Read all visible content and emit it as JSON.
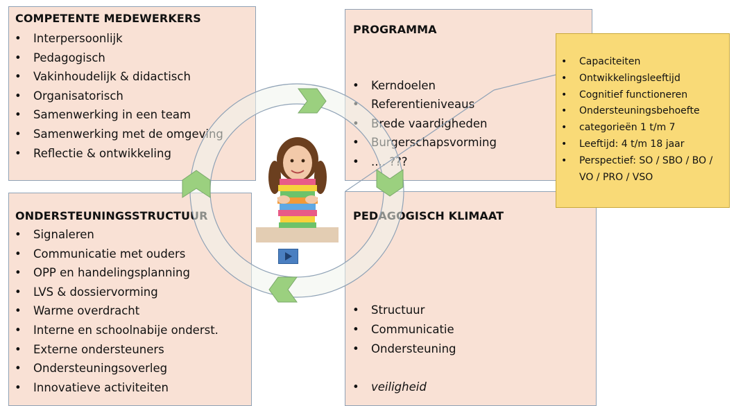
{
  "quadrants": {
    "top_left": {
      "title": "COMPETENTE MEDEWERKERS",
      "items": [
        "Interpersoonlijk",
        "Pedagogisch",
        "Vakinhoudelijk & didactisch",
        "Organisatorisch",
        "Samenwerking in een team",
        "Samenwerking met de omgeving",
        "Reflectie & ontwikkeling"
      ]
    },
    "top_right": {
      "title": "PROGRAMMA",
      "items": [
        "Kerndoelen",
        "Referentieniveaus",
        "Brede vaardigheden",
        "Burgerschapsvorming",
        ".... ???"
      ]
    },
    "bottom_left": {
      "title": "ONDERSTEUNINGSSTRUCTUUR",
      "items": [
        "Signaleren",
        "Communicatie met ouders",
        "OPP en handelingsplanning",
        "LVS & dossiervorming",
        "Warme overdracht",
        "Interne en schoolnabije onderst.",
        "Externe ondersteuners",
        "Ondersteuningsoverleg",
        "Innovatieve activiteiten"
      ]
    },
    "bottom_right": {
      "title": "PEDAGOGISCH KLIMAAT",
      "items": [
        "Structuur",
        "Communicatie",
        "Ondersteuning"
      ],
      "extra_item": "veiligheid"
    }
  },
  "note": {
    "items": [
      "Capaciteiten",
      "Ontwikkelingsleeftijd",
      "Cognitief functioneren",
      "Ondersteuningsbehoefte",
      "categorieën  1 t/m 7",
      "Leeftijd: 4 t/m 18 jaar",
      "Perspectief:  SO / SBO / BO /",
      "VO / PRO / VSO"
    ]
  },
  "colors": {
    "quadrant_fill": "#f9e1d5",
    "note_fill": "#f9da77",
    "arrow_green": "#9bd07f",
    "ring_stroke": "#8fa2b6",
    "play_button": "#4a7fc1"
  },
  "icons": {
    "play": "play-icon",
    "photo": "child-with-books-photo"
  }
}
